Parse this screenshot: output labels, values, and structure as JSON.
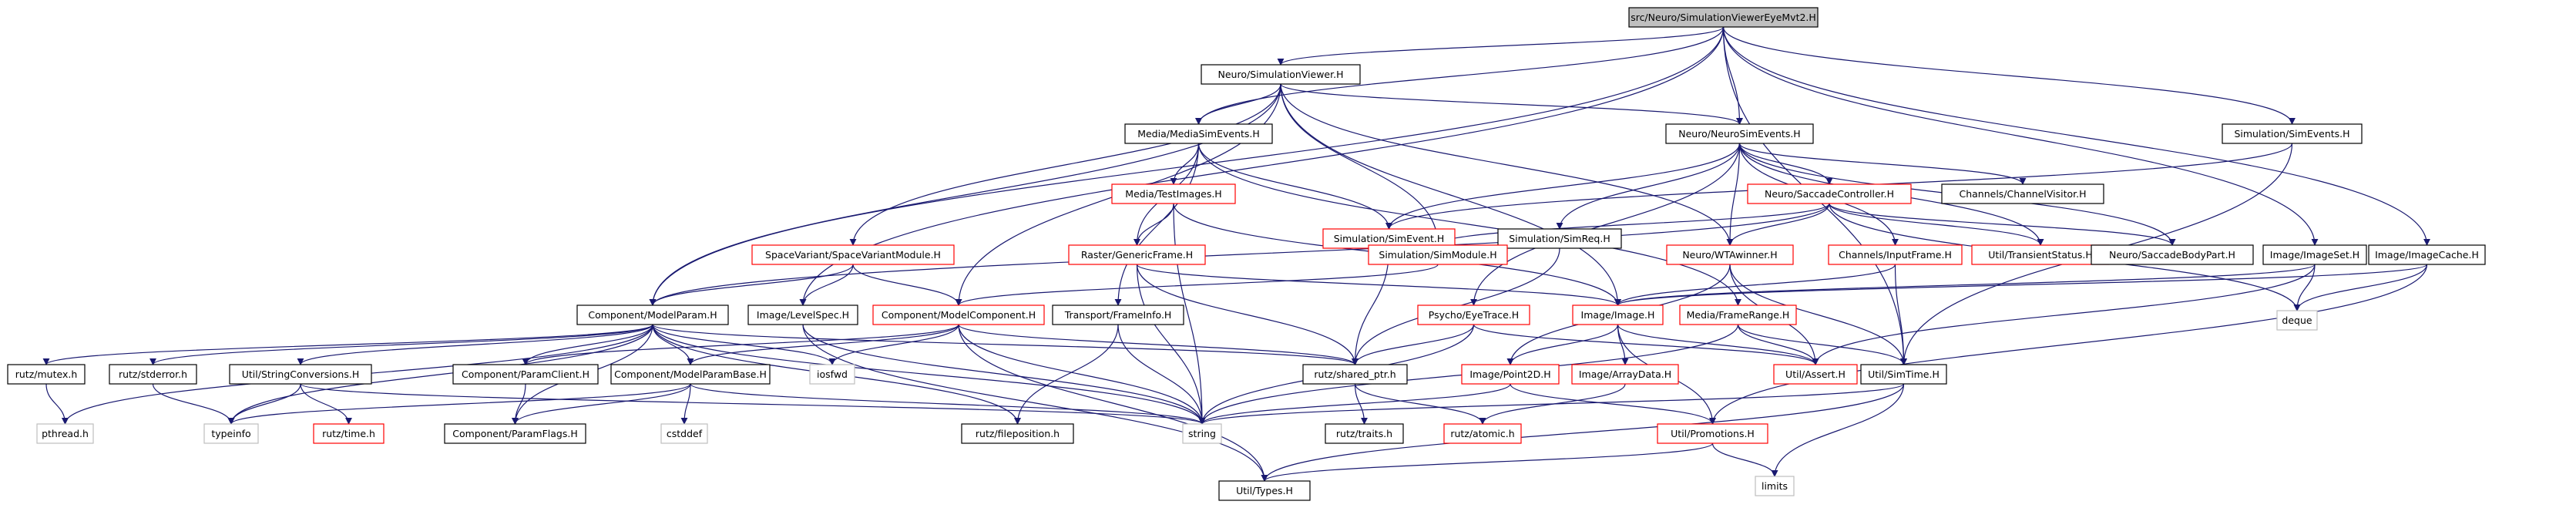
{
  "colors": {
    "edge": "#191970",
    "root_fill": "#bfbfbf",
    "box_black": "#000000",
    "box_red": "#ff0000",
    "box_gray": "#bfbfbf",
    "text": "#000000"
  },
  "nodes": [
    {
      "id": "root",
      "label": "src/Neuro/SimulationViewerEyeMvt2.H",
      "style": "root"
    },
    {
      "id": "simviewer",
      "label": "Neuro/SimulationViewer.H",
      "style": "black"
    },
    {
      "id": "mediasimevents",
      "label": "Media/MediaSimEvents.H",
      "style": "black"
    },
    {
      "id": "neurosimevents",
      "label": "Neuro/NeuroSimEvents.H",
      "style": "black"
    },
    {
      "id": "simsimevents",
      "label": "Simulation/SimEvents.H",
      "style": "black"
    },
    {
      "id": "testimages",
      "label": "Media/TestImages.H",
      "style": "red"
    },
    {
      "id": "simevent",
      "label": "Simulation/SimEvent.H",
      "style": "red"
    },
    {
      "id": "simreq",
      "label": "Simulation/SimReq.H",
      "style": "black"
    },
    {
      "id": "saccadectrl",
      "label": "Neuro/SaccadeController.H",
      "style": "red"
    },
    {
      "id": "channelvisitor",
      "label": "Channels/ChannelVisitor.H",
      "style": "black"
    },
    {
      "id": "spacevariant",
      "label": "SpaceVariant/SpaceVariantModule.H",
      "style": "red"
    },
    {
      "id": "genericframe",
      "label": "Raster/GenericFrame.H",
      "style": "red"
    },
    {
      "id": "simmodule",
      "label": "Simulation/SimModule.H",
      "style": "red"
    },
    {
      "id": "wtawinner",
      "label": "Neuro/WTAwinner.H",
      "style": "red"
    },
    {
      "id": "inputframe",
      "label": "Channels/InputFrame.H",
      "style": "red"
    },
    {
      "id": "transientstatus",
      "label": "Util/TransientStatus.H",
      "style": "red"
    },
    {
      "id": "saccadebodypart",
      "label": "Neuro/SaccadeBodyPart.H",
      "style": "black"
    },
    {
      "id": "imageset",
      "label": "Image/ImageSet.H",
      "style": "black"
    },
    {
      "id": "imagecache",
      "label": "Image/ImageCache.H",
      "style": "black"
    },
    {
      "id": "modelparam",
      "label": "Component/ModelParam.H",
      "style": "black"
    },
    {
      "id": "levelspec",
      "label": "Image/LevelSpec.H",
      "style": "black"
    },
    {
      "id": "modelcomponent",
      "label": "Component/ModelComponent.H",
      "style": "red"
    },
    {
      "id": "frameinfo",
      "label": "Transport/FrameInfo.H",
      "style": "black"
    },
    {
      "id": "eyetrace",
      "label": "Psycho/EyeTrace.H",
      "style": "red"
    },
    {
      "id": "image",
      "label": "Image/Image.H",
      "style": "red"
    },
    {
      "id": "framerange",
      "label": "Media/FrameRange.H",
      "style": "red"
    },
    {
      "id": "deque",
      "label": "deque",
      "style": "gray"
    },
    {
      "id": "mutex",
      "label": "rutz/mutex.h",
      "style": "black"
    },
    {
      "id": "stderror",
      "label": "rutz/stderror.h",
      "style": "black"
    },
    {
      "id": "stringconv",
      "label": "Util/StringConversions.H",
      "style": "black"
    },
    {
      "id": "paramclient",
      "label": "Component/ParamClient.H",
      "style": "black"
    },
    {
      "id": "modelparambase",
      "label": "Component/ModelParamBase.H",
      "style": "black"
    },
    {
      "id": "iosfwd",
      "label": "iosfwd",
      "style": "gray"
    },
    {
      "id": "fileposition",
      "label": "rutz/fileposition.h",
      "style": "black"
    },
    {
      "id": "sharedptr",
      "label": "rutz/shared_ptr.h",
      "style": "black"
    },
    {
      "id": "point2d",
      "label": "Image/Point2D.H",
      "style": "red"
    },
    {
      "id": "arraydata",
      "label": "Image/ArrayData.H",
      "style": "red"
    },
    {
      "id": "assert",
      "label": "Util/Assert.H",
      "style": "red"
    },
    {
      "id": "simtime",
      "label": "Util/SimTime.H",
      "style": "black"
    },
    {
      "id": "pthread",
      "label": "pthread.h",
      "style": "gray"
    },
    {
      "id": "typeinfo",
      "label": "typeinfo",
      "style": "gray"
    },
    {
      "id": "rutztime",
      "label": "rutz/time.h",
      "style": "red"
    },
    {
      "id": "paramflags",
      "label": "Component/ParamFlags.H",
      "style": "black"
    },
    {
      "id": "cstddef",
      "label": "cstddef",
      "style": "gray"
    },
    {
      "id": "string",
      "label": "string",
      "style": "gray"
    },
    {
      "id": "traits",
      "label": "rutz/traits.h",
      "style": "black"
    },
    {
      "id": "atomic",
      "label": "rutz/atomic.h",
      "style": "red"
    },
    {
      "id": "promotions",
      "label": "Util/Promotions.H",
      "style": "red"
    },
    {
      "id": "limits",
      "label": "limits",
      "style": "gray"
    },
    {
      "id": "types",
      "label": "Util/Types.H",
      "style": "black"
    }
  ]
}
